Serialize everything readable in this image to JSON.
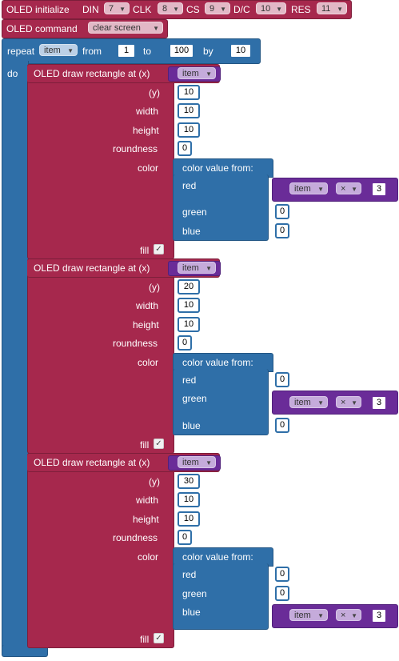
{
  "init": {
    "label": "OLED initialize",
    "pins": [
      {
        "label": "DIN",
        "value": "7"
      },
      {
        "label": "CLK",
        "value": "8"
      },
      {
        "label": "CS",
        "value": "9"
      },
      {
        "label": "D/C",
        "value": "10"
      },
      {
        "label": "RES",
        "value": "11"
      }
    ]
  },
  "command": {
    "label": "OLED command",
    "value": "clear screen"
  },
  "loop": {
    "repeat": "repeat",
    "var": "item",
    "from_label": "from",
    "from": "1",
    "to_label": "to",
    "to": "100",
    "by_label": "by",
    "by": "10",
    "do_label": "do"
  },
  "rect_labels": {
    "title": "OLED draw rectangle at (x)",
    "y": "(y)",
    "width": "width",
    "height": "height",
    "roundness": "roundness",
    "color": "color",
    "color_from": "color value from:",
    "red": "red",
    "green": "green",
    "blue": "blue",
    "fill": "fill",
    "var": "item",
    "op": "×",
    "mult": "3",
    "check": "✓"
  },
  "rects": [
    {
      "x": "item",
      "y": "10",
      "width": "10",
      "height": "10",
      "roundness": "0",
      "red": "item × 3",
      "green": "0",
      "blue": "0"
    },
    {
      "x": "item",
      "y": "20",
      "width": "10",
      "height": "10",
      "roundness": "0",
      "red": "0",
      "green": "item × 3",
      "blue": "0"
    },
    {
      "x": "item",
      "y": "30",
      "width": "10",
      "height": "10",
      "roundness": "0",
      "red": "0",
      "green": "0",
      "blue": "item × 3"
    }
  ]
}
